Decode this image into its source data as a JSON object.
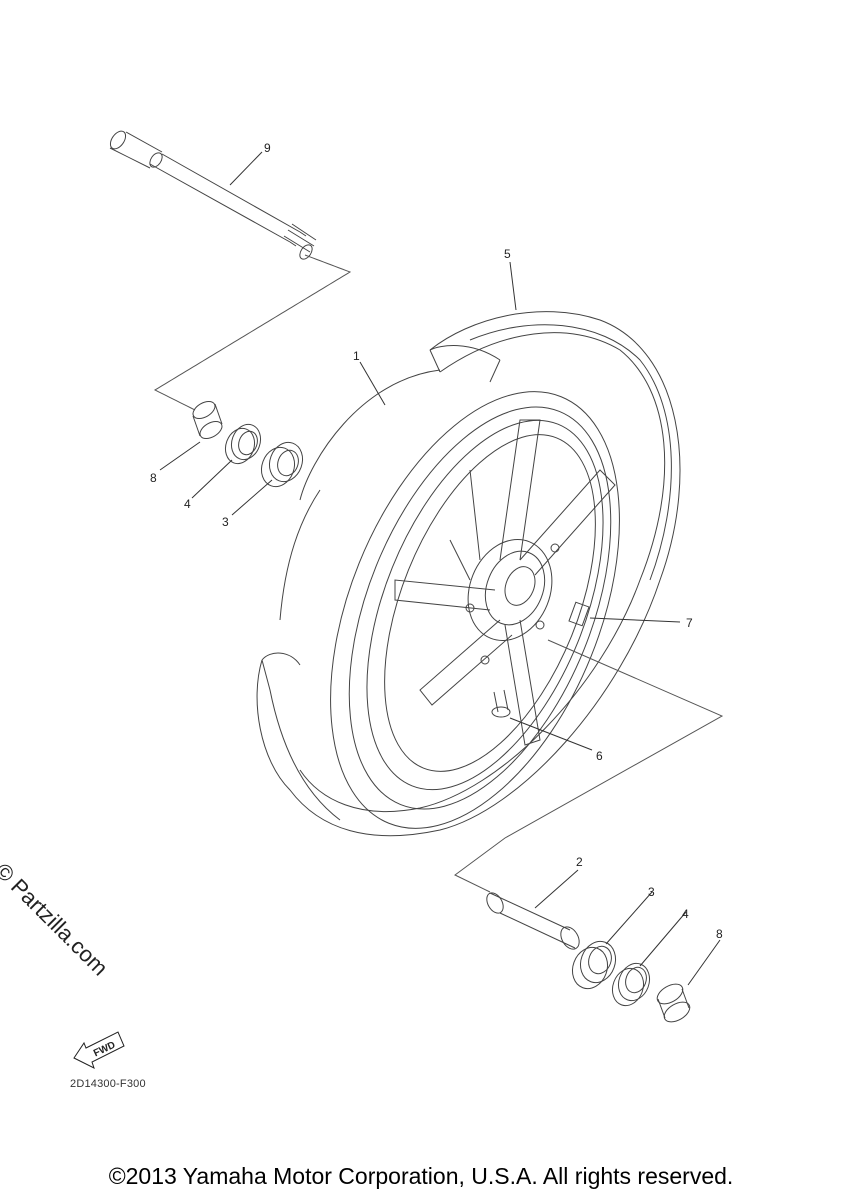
{
  "callouts": [
    "9",
    "5",
    "1",
    "8",
    "4",
    "3",
    "7",
    "6",
    "2",
    "3",
    "4",
    "8"
  ],
  "fwd_label": "FWD",
  "part_code": "2D14300-F300",
  "watermark": "© Partzilla.com",
  "copyright": "©2013 Yamaha Motor Corporation, U.S.A. All rights reserved."
}
